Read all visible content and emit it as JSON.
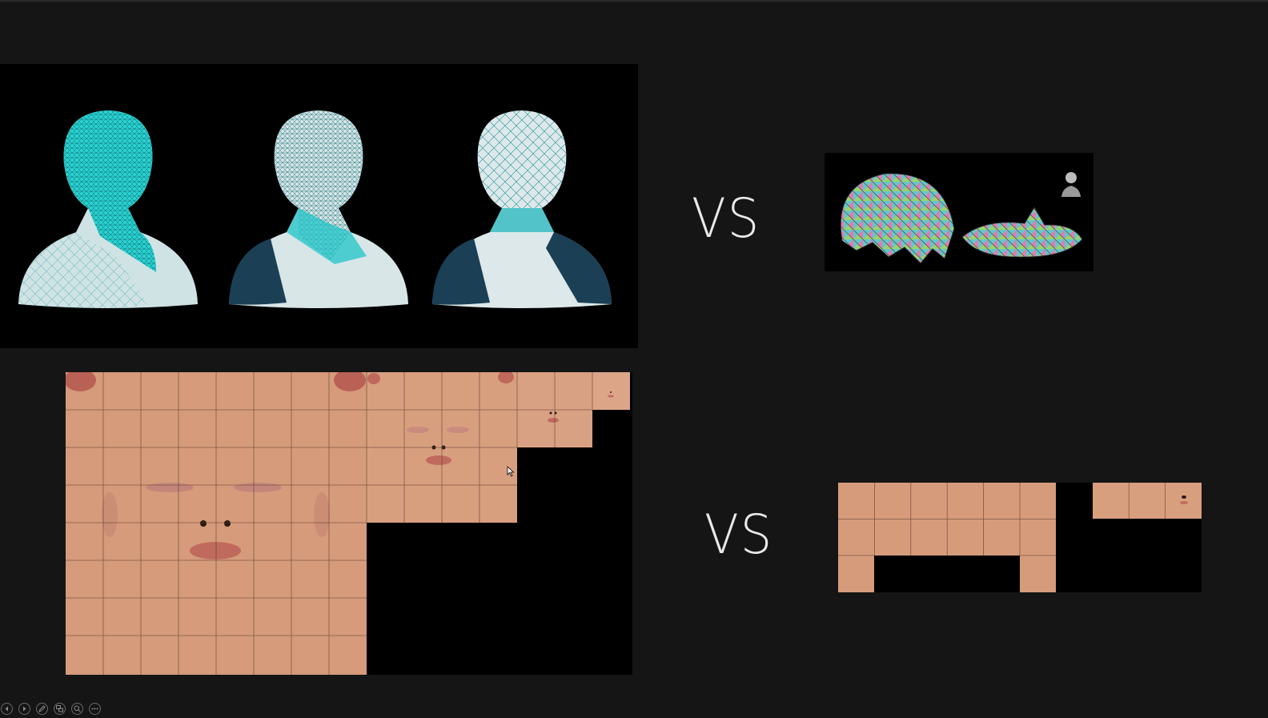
{
  "slide": {
    "vs_top": "VS",
    "vs_bottom": "VS"
  },
  "images": {
    "heads": {
      "icon": "wireframe-head-renders",
      "count": 3,
      "accent": "#35d6d6"
    },
    "uv_islands": {
      "icon": "colorful-uv-islands"
    },
    "texture_large": {
      "icon": "face-texture-tile-grid",
      "skin": "#d79a78"
    },
    "texture_small": {
      "icon": "small-texture-tiles"
    }
  },
  "toolbar": {
    "buttons": [
      {
        "icon": "previous-icon"
      },
      {
        "icon": "next-icon"
      },
      {
        "icon": "pen-icon"
      },
      {
        "icon": "slides-icon"
      },
      {
        "icon": "zoom-icon"
      },
      {
        "icon": "more-icon"
      }
    ]
  },
  "colors": {
    "background": "#151515",
    "panel": "#000000",
    "text": "#e9e9e9"
  }
}
